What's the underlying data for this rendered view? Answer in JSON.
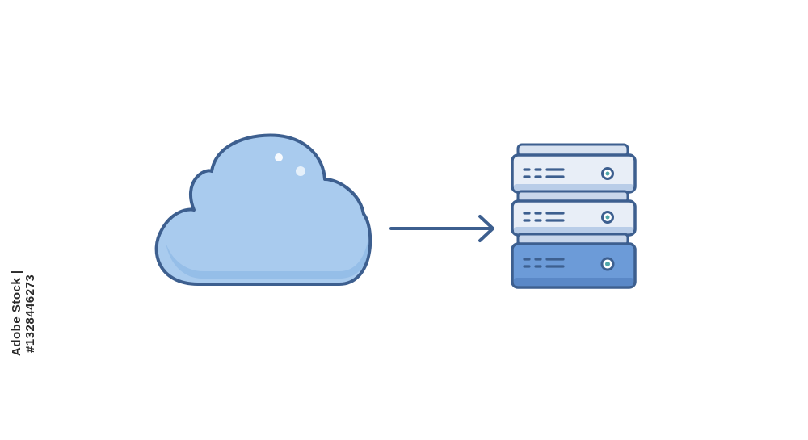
{
  "diagram": {
    "nodes": [
      {
        "id": "cloud",
        "icon": "cloud-icon"
      },
      {
        "id": "server",
        "icon": "server-rack-icon"
      }
    ],
    "edges": [
      {
        "from": "cloud",
        "to": "server",
        "icon": "arrow-right-icon"
      }
    ]
  },
  "watermark": {
    "stock_id": "Adobe Stock | #1328446273"
  },
  "colors": {
    "outline": "#3d5f8f",
    "cloud_fill": "#a9cbee",
    "cloud_shade": "#8db8e6",
    "server_fill_light": "#e8eef7",
    "server_fill_dark": "#6c9bd8",
    "indicator": "#4fa6a8",
    "background": "#ffffff"
  }
}
